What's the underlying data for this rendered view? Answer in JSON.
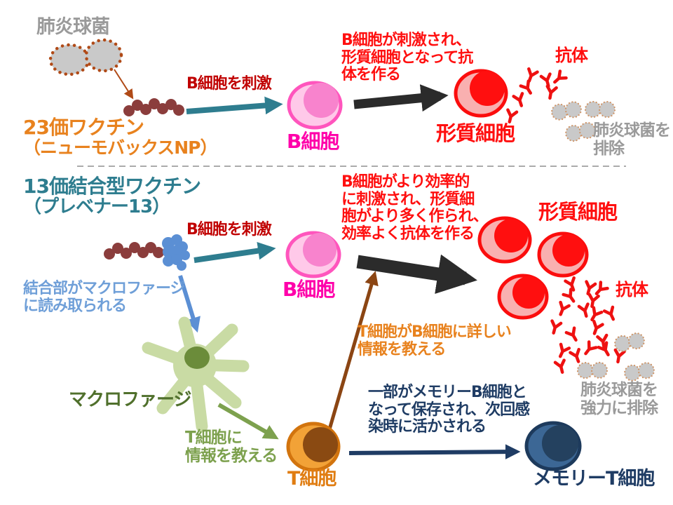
{
  "colors": {
    "germ_gray": "#9a9a9a",
    "vaccine23_orange": "#e8821e",
    "vaccine13_teal": "#2e7d8f",
    "stimulate_red": "#c00000",
    "description_red": "#ff0f0f",
    "b_cell_magenta": "#ff00aa",
    "plasma_red": "#ff0f0f",
    "antibody_red": "#ee1111",
    "conjugate_blue": "#6f9fd8",
    "macrophage_green": "#c9dba4",
    "macrophage_label_green": "#50702c",
    "t_arrow_green": "#7da14e",
    "t_cell_orange": "#e07d12",
    "memory_navy": "#1f3c64",
    "arrow_black": "#2b2b2b",
    "bacteria_fill": "#c9c9c9",
    "bacteria_dot_rust": "#b04a17",
    "polysaccharide_brown": "#8b3d3c"
  },
  "top_section": {
    "germ_label": "肺炎球菌",
    "vaccine_title_line1": "23価ワクチン",
    "vaccine_title_line2": "（ニューモバックスNP）",
    "stimulate_label": "B細胞を刺激",
    "b_cell_label": "B細胞",
    "description_line1": "B細胞が刺激され、",
    "description_line2": "形質細胞となって抗",
    "description_line3": "体を作る",
    "plasma_cell_label": "形質細胞",
    "antibody_label": "抗体",
    "eliminate_line1": "肺炎球菌を",
    "eliminate_line2": "排除"
  },
  "bottom_section": {
    "vaccine_title_line1": "13価結合型ワクチン",
    "vaccine_title_line2": "（プレベナー13）",
    "stimulate_label": "B細胞を刺激",
    "b_cell_label": "B細胞",
    "description_line1": "B細胞がより効率的",
    "description_line2": "に刺激され、形質細",
    "description_line3": "胞がより多く作られ、",
    "description_line4": "効率よく抗体を作る",
    "conjugate_note_line1": "結合部がマクロファージ",
    "conjugate_note_line2": "に読み取られる",
    "macrophage_label": "マクロファージ",
    "teach_t_line1": "T細胞に",
    "teach_t_line2": "情報を教える",
    "t_cell_label": "T細胞",
    "t_teach_b_line1": "T細胞がB細胞に詳しい",
    "t_teach_b_line2": "情報を教える",
    "plasma_cell_label": "形質細胞",
    "antibody_label": "抗体",
    "memory_note_line1": "一部がメモリーB細胞と",
    "memory_note_line2": "なって保存され、次回感",
    "memory_note_line3": "染時に活かされる",
    "eliminate_line1": "肺炎球菌を",
    "eliminate_line2": "強力に排除",
    "memory_t_label": "メモリーT細胞"
  }
}
